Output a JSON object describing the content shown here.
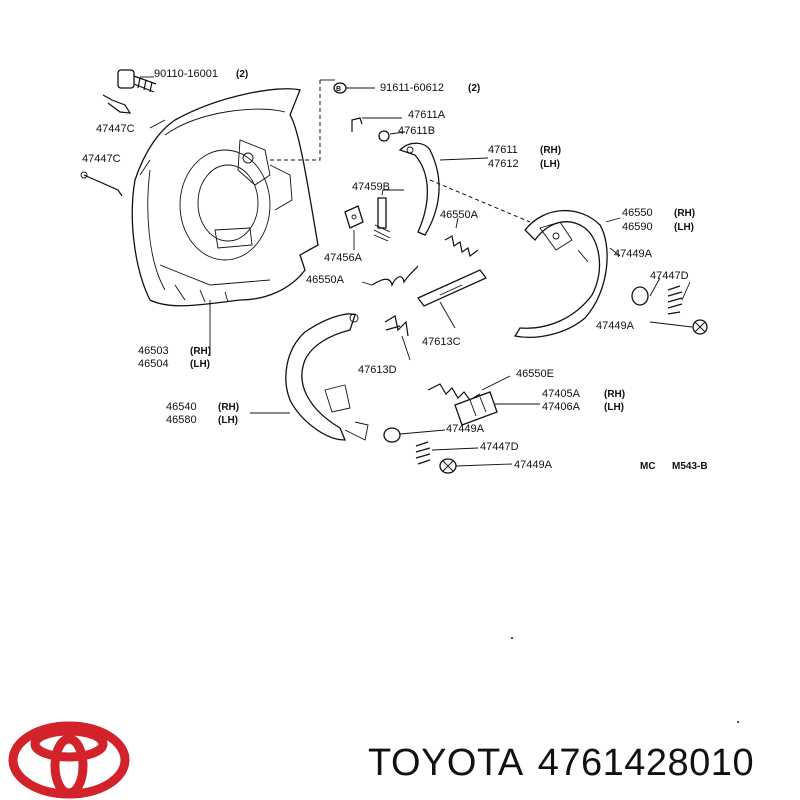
{
  "diagram": {
    "labels": {
      "l90110": "90110-16001",
      "l90110q": "(2)",
      "l91611": "91611-60612",
      "l91611q": "(2)",
      "l47447c_a": "47447C",
      "l47447c_b": "47447C",
      "l47611a": "47611A",
      "l47611b": "47611B",
      "l47611": "47611",
      "l47611rh": "(RH)",
      "l47612": "47612",
      "l47612lh": "(LH)",
      "l47459b": "47459B",
      "l46550a_1": "46550A",
      "l46550": "46550",
      "l46550rh": "(RH)",
      "l46590": "46590",
      "l46590lh": "(LH)",
      "l47449a_1": "47449A",
      "l47447d_1": "47447D",
      "l47456a": "47456A",
      "l46550a_2": "46550A",
      "l47449a_2": "47449A",
      "l46503": "46503",
      "l46503rh": "(RH)",
      "l46504": "46504",
      "l46504lh": "(LH)",
      "l47613c": "47613C",
      "l47613d": "47613D",
      "l46550e": "46550E",
      "l47405a": "47405A",
      "l47405rh": "(RH)",
      "l47406a": "47406A",
      "l47406lh": "(LH)",
      "l46540": "46540",
      "l46540rh": "(RH)",
      "l46580": "46580",
      "l46580lh": "(LH)",
      "l47449a_3": "47449A",
      "l47447d_2": "47447D",
      "l47449a_4": "47449A",
      "mc": "MC",
      "code": "M543-B"
    }
  },
  "footer": {
    "brand": "TOYOTA",
    "part_number": "4761428010"
  },
  "colors": {
    "logo": "#d2222a",
    "ink": "#111111"
  }
}
